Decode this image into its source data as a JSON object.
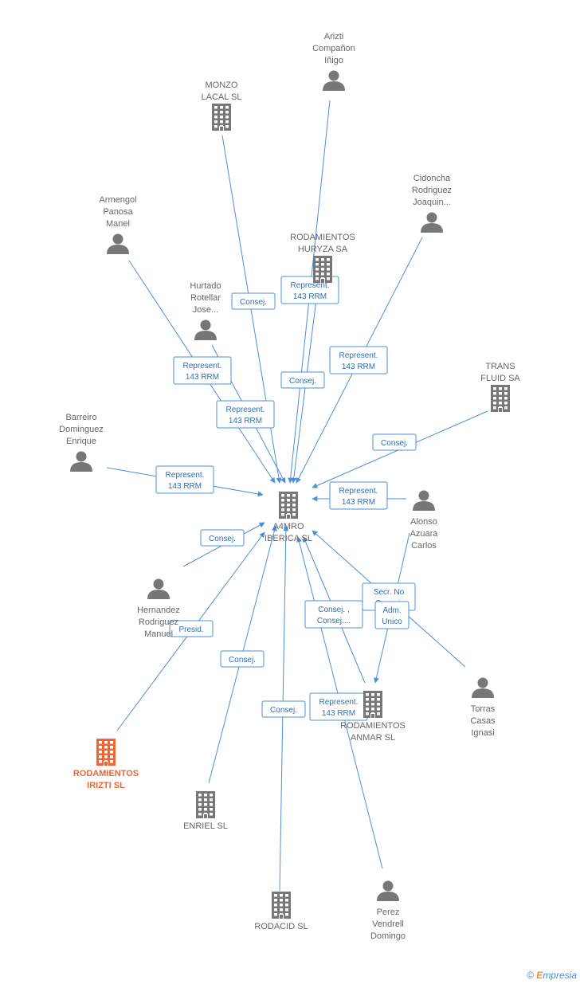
{
  "colors": {
    "edge": "#4a90d9",
    "node": "#777777",
    "highlight": "#f26430"
  },
  "nodes": [
    {
      "id": "a4mro",
      "type": "company",
      "lines": [
        "A4MRO",
        "IBERICA SL"
      ],
      "center": true
    },
    {
      "id": "arizti",
      "type": "person",
      "lines": [
        "Arizti",
        "Compañon",
        "Iñigo"
      ]
    },
    {
      "id": "monzo",
      "type": "company",
      "lines": [
        "MONZO",
        "LACAL SL"
      ]
    },
    {
      "id": "cidoncha",
      "type": "person",
      "lines": [
        "Cidoncha",
        "Rodriguez",
        "Joaquin..."
      ]
    },
    {
      "id": "armengol",
      "type": "person",
      "lines": [
        "Armengol",
        "Panosa",
        "Manel"
      ]
    },
    {
      "id": "huryza",
      "type": "company",
      "lines": [
        "RODAMIENTOS",
        "HURYZA SA"
      ]
    },
    {
      "id": "hurtado",
      "type": "person",
      "lines": [
        "Hurtado",
        "Rotellar",
        "Jose..."
      ]
    },
    {
      "id": "trans",
      "type": "company",
      "lines": [
        "TRANS",
        "FLUID SA"
      ]
    },
    {
      "id": "barreiro",
      "type": "person",
      "lines": [
        "Barreiro",
        "Dominguez",
        "Enrique"
      ]
    },
    {
      "id": "alonso",
      "type": "person",
      "lines": [
        "Alonso",
        "Azuara",
        "Carlos"
      ]
    },
    {
      "id": "hernandez",
      "type": "person",
      "lines": [
        "Hernandez",
        "Rodriguez",
        "Manuel"
      ]
    },
    {
      "id": "irizti",
      "type": "company",
      "lines": [
        "RODAMIENTOS",
        "IRIZTI SL"
      ],
      "highlight": true
    },
    {
      "id": "anmar",
      "type": "company",
      "lines": [
        "RODAMIENTOS",
        "ANMAR SL"
      ]
    },
    {
      "id": "torras",
      "type": "person",
      "lines": [
        "Torras",
        "Casas",
        "Ignasi"
      ]
    },
    {
      "id": "enriel",
      "type": "company",
      "lines": [
        "ENRIEL SL"
      ]
    },
    {
      "id": "rodacid",
      "type": "company",
      "lines": [
        "RODACID SL"
      ]
    },
    {
      "id": "perez",
      "type": "person",
      "lines": [
        "Perez",
        "Vendrell",
        "Domingo"
      ]
    }
  ],
  "edges": [
    {
      "from": "monzo",
      "to": "a4mro",
      "label": [
        "Consej."
      ]
    },
    {
      "from": "arizti",
      "to": "a4mro",
      "label": [
        "Represent.",
        "143 RRM"
      ]
    },
    {
      "from": "huryza",
      "to": "a4mro",
      "label": [
        "Consej."
      ]
    },
    {
      "from": "cidoncha",
      "to": "a4mro",
      "label": [
        "Represent.",
        "143 RRM"
      ]
    },
    {
      "from": "armengol",
      "to": "a4mro",
      "label": [
        "Represent.",
        "143 RRM"
      ]
    },
    {
      "from": "hurtado",
      "to": "a4mro",
      "label": [
        "Represent.",
        "143 RRM"
      ]
    },
    {
      "from": "trans",
      "to": "a4mro",
      "label": [
        "Consej."
      ]
    },
    {
      "from": "barreiro",
      "to": "a4mro",
      "label": [
        "Represent.",
        "143 RRM"
      ]
    },
    {
      "from": "alonso",
      "to": "a4mro",
      "label": [
        "Represent.",
        "143 RRM"
      ]
    },
    {
      "from": "hernandez",
      "to": "a4mro",
      "label": [
        "Consej."
      ]
    },
    {
      "from": "irizti",
      "to": "a4mro",
      "label": [
        "Presid."
      ]
    },
    {
      "from": "enriel",
      "to": "a4mro",
      "label": [
        "Consej."
      ]
    },
    {
      "from": "rodacid",
      "to": "a4mro",
      "label": [
        "Consej."
      ]
    },
    {
      "from": "anmar",
      "to": "a4mro",
      "label": [
        "Consej. ,",
        "Consej...."
      ]
    },
    {
      "from": "perez",
      "to": "a4mro",
      "label": [
        "Represent.",
        "143 RRM"
      ]
    },
    {
      "from": "torras",
      "to": "a4mro",
      "label": [
        "Secr.  No",
        "Consej."
      ]
    },
    {
      "from": "alonso",
      "to": "anmar",
      "label": [
        "Adm.",
        "Unico"
      ]
    }
  ],
  "footer": {
    "copyright": "©",
    "brand_initial": "E",
    "brand_rest": "mpresia"
  }
}
